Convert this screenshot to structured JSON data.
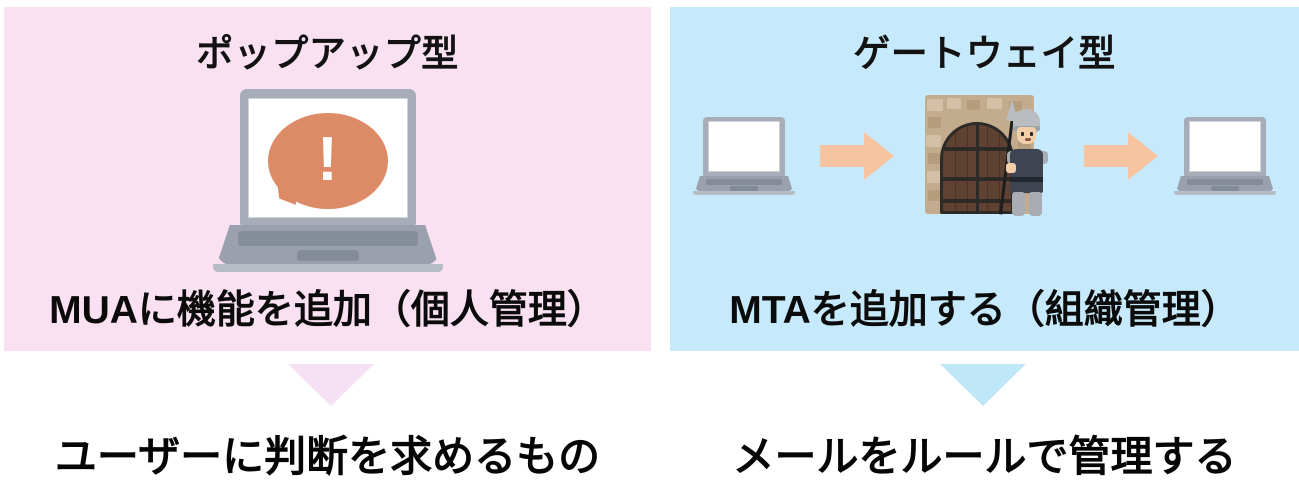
{
  "panels": [
    {
      "id": "popup",
      "title": "ポップアップ型",
      "caption": "MUAに機能を追加（個人管理）",
      "conclusion": "ユーザーに判断を求めるもの",
      "background_color": "#f9e1f2",
      "arrow_color": "#f6e0f4",
      "illustration": {
        "type": "laptop-with-alert-bubble",
        "bubble_color": "#dd8b67",
        "bubble_symbol": "!",
        "laptop_color": "#a7adb8"
      }
    },
    {
      "id": "gateway",
      "title": "ゲートウェイ型",
      "caption": "MTAを追加する（組織管理）",
      "conclusion": "メールをルールで管理する",
      "background_color": "#c6eafb",
      "arrow_color": "#bfe7f8",
      "illustration": {
        "type": "laptop-gate-laptop-flow",
        "flow_arrow_color": "#f7c4a2",
        "gate_wall_color": "#c3ab8e",
        "gate_door_color": "#5f4232",
        "guard_armor_color": "#b9bcc0",
        "laptop_color": "#a7adb8"
      }
    }
  ]
}
